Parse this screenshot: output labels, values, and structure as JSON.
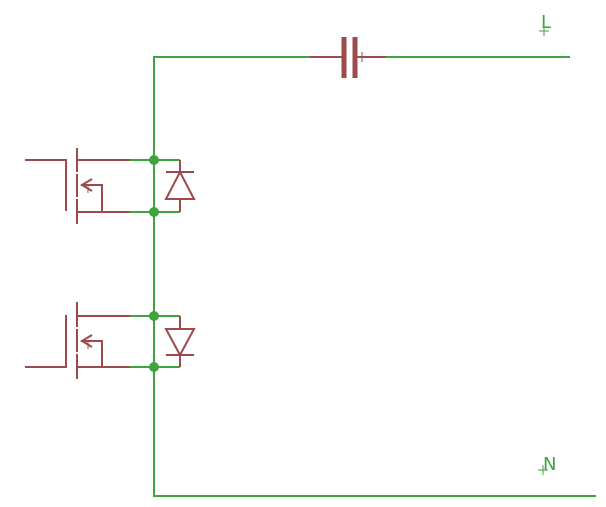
{
  "net_labels": {
    "top": "L",
    "bottom": "N"
  },
  "components": [
    {
      "type": "capacitor",
      "name": "series-capacitor"
    },
    {
      "type": "mosfet",
      "name": "upper-mosfet"
    },
    {
      "type": "diode",
      "name": "upper-diode"
    },
    {
      "type": "mosfet",
      "name": "lower-mosfet"
    },
    {
      "type": "diode",
      "name": "lower-diode"
    }
  ],
  "colors": {
    "wire": "#3fa33f",
    "component": "#9e4a4a",
    "background": "#ffffff"
  }
}
